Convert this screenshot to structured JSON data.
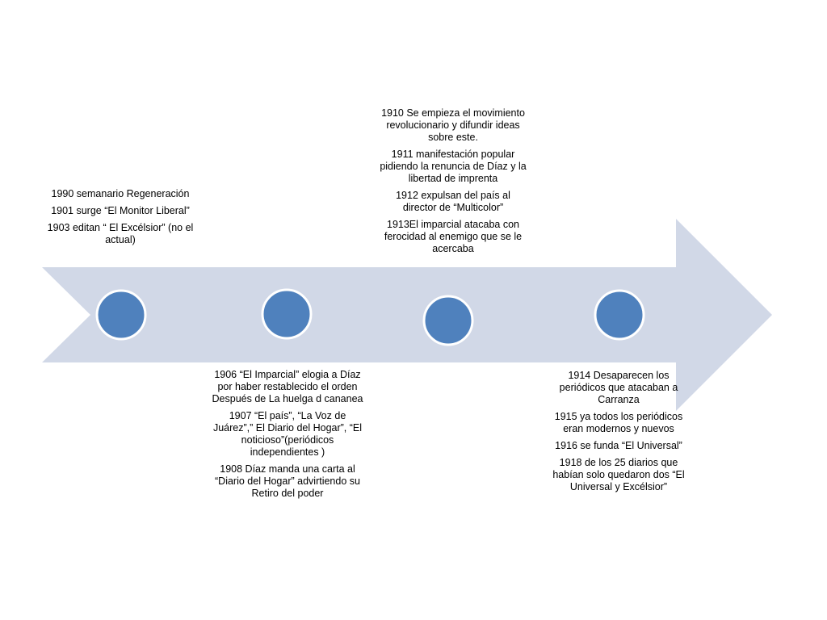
{
  "timeline": {
    "colors": {
      "arrow_fill": "#d1d8e7",
      "node_fill": "#4f81bd",
      "node_stroke": "#ffffff"
    },
    "nodes": [
      {
        "entries": [
          "1990 semanario Regeneración",
          "1901 surge “El Monitor Liberal”",
          "1903 editan “ El Excélsior” (no el actual)"
        ]
      },
      {
        "entries": [
          "1906  “El Imparcial” elogia  a Díaz por haber restablecido el orden Después  de La huelga d cananea",
          "1907 “El país”, “La Voz de Juárez”,” El Diario del Hogar”, “El noticioso”(periódicos independientes )",
          "1908 Díaz manda una carta al “Diario del Hogar” advirtiendo su Retiro del poder"
        ]
      },
      {
        "entries": [
          "1910 Se empieza el movimiento revolucionario y difundir ideas sobre este.",
          "1911 manifestación popular pidiendo la renuncia de Díaz y la libertad  de imprenta",
          "1912 expulsan del país al director de “Multicolor”",
          "1913El imparcial atacaba con ferocidad al enemigo que se le acercaba"
        ]
      },
      {
        "entries": [
          "1914 Desaparecen los periódicos que atacaban a Carranza",
          "1915 ya todos los periódicos eran modernos y nuevos",
          "1916 se funda “El Universal”",
          "1918 de los 25 diarios que habían solo quedaron dos “El Universal y Excélsior”"
        ]
      }
    ]
  }
}
